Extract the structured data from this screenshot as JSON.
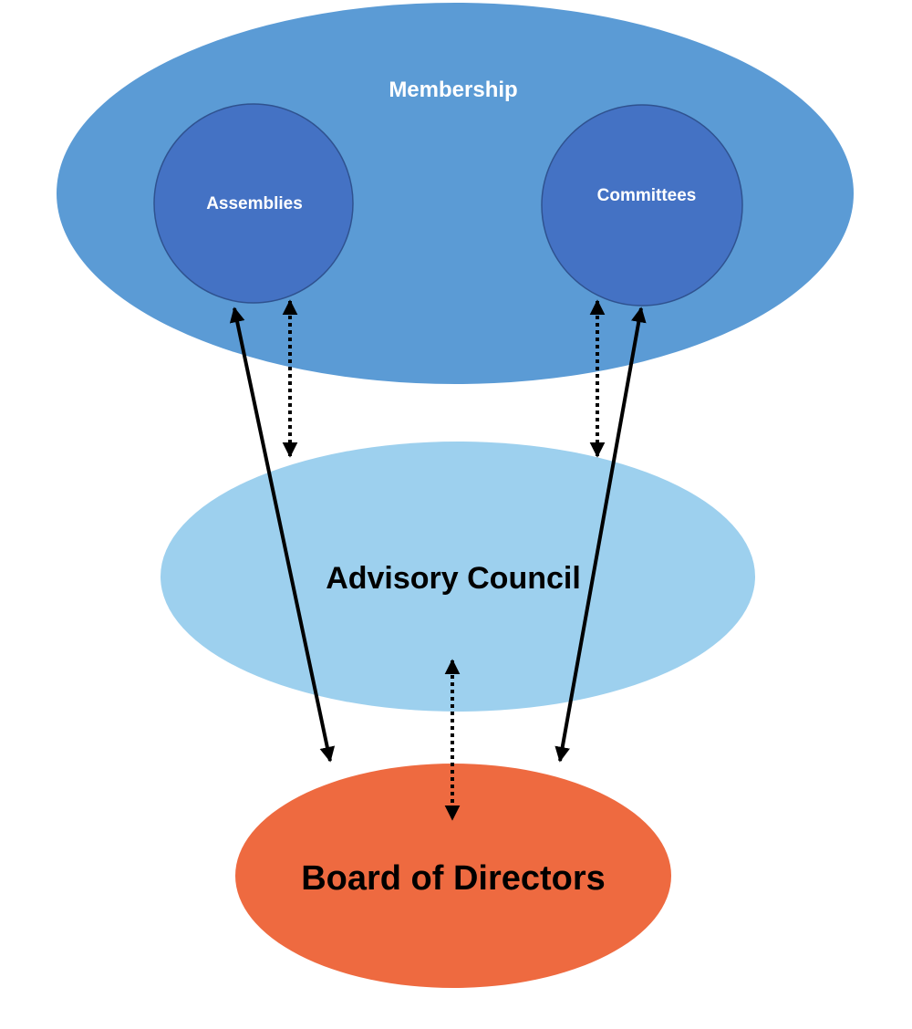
{
  "nodes": {
    "membership": {
      "label": "Membership",
      "color": "#5B9BD5"
    },
    "assemblies": {
      "label": "Assemblies",
      "color": "#4472C4"
    },
    "committees": {
      "label": "Committees",
      "color": "#4472C4"
    },
    "advisory_council": {
      "label": "Advisory Council",
      "color": "#9DD0EE"
    },
    "board_of_directors": {
      "label": "Board of Directors",
      "color": "#EE6A40"
    }
  },
  "connections": [
    {
      "from": "assemblies",
      "to": "board_of_directors",
      "style": "solid",
      "direction": "bidirectional"
    },
    {
      "from": "assemblies",
      "to": "advisory_council",
      "style": "dotted",
      "direction": "bidirectional"
    },
    {
      "from": "committees",
      "to": "advisory_council",
      "style": "dotted",
      "direction": "bidirectional"
    },
    {
      "from": "committees",
      "to": "board_of_directors",
      "style": "solid",
      "direction": "bidirectional"
    },
    {
      "from": "advisory_council",
      "to": "board_of_directors",
      "style": "dotted",
      "direction": "bidirectional"
    }
  ]
}
